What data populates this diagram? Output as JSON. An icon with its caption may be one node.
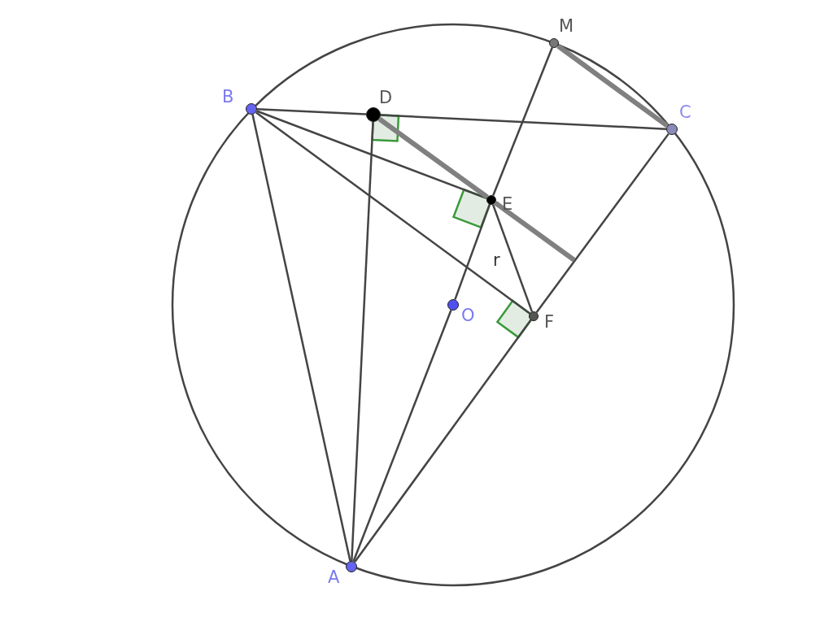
{
  "diagram": {
    "nodes": [
      {
        "text": [
          "A"
        ]
      },
      {
        "text": [
          "B"
        ]
      },
      {
        "text": [
          "C"
        ]
      },
      {
        "text": [
          "D"
        ]
      },
      {
        "text": [
          "E"
        ]
      },
      {
        "text": [
          "F"
        ]
      },
      {
        "text": [
          "O"
        ]
      },
      {
        "text": [
          "M"
        ]
      }
    ],
    "edges": [
      {
        "from": 1,
        "to": 0,
        "arrow": "none"
      },
      {
        "from": 1,
        "to": 3,
        "arrow": "none"
      },
      {
        "from": 3,
        "to": 2,
        "arrow": "none"
      },
      {
        "from": 1,
        "to": 4,
        "arrow": "none"
      },
      {
        "from": 1,
        "to": 5,
        "arrow": "none"
      },
      {
        "from": 3,
        "to": 0,
        "arrow": "none"
      },
      {
        "from": 0,
        "to": 6,
        "arrow": "none"
      },
      {
        "from": 6,
        "to": 4,
        "arrow": "none"
      },
      {
        "from": 4,
        "to": 7,
        "arrow": "none"
      },
      {
        "from": 0,
        "to": 5,
        "arrow": "none"
      },
      {
        "from": 5,
        "to": 2,
        "arrow": "none"
      },
      {
        "from": 4,
        "to": 5,
        "arrow": "none"
      },
      {
        "from": 3,
        "to": 4,
        "arrow": "none",
        "style": "thick",
        "color": "#808080"
      },
      {
        "from": 4,
        "to": null,
        "arrow": "none",
        "style": "thick",
        "color": "#808080"
      },
      {
        "from": 7,
        "to": 2,
        "arrow": "none",
        "style": "thick",
        "color": "#808080"
      }
    ],
    "labels": [
      "r"
    ]
  }
}
